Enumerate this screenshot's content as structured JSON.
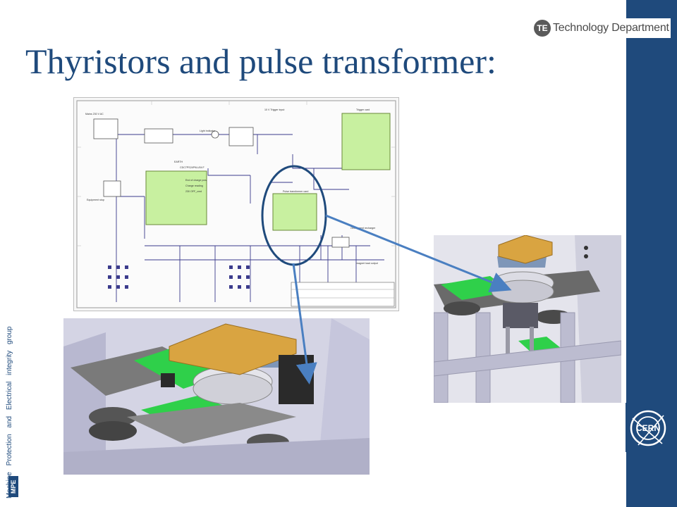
{
  "header": {
    "logo_badge": "TE",
    "logo_text": "Technology Department",
    "title": "Thyristors and pulse transformer:"
  },
  "sidebar": {
    "group_caption": "Machine Protection and Electrical integrity group",
    "group_badge": "MPE"
  },
  "cern_logo": {
    "text": "CERN"
  },
  "schematic": {
    "labels": {
      "trigger_input": "10 V Trigger input",
      "trigger_card": "Trigger card",
      "pulse_transformer_card": "Pulse transformer card",
      "capacitor_charger": "CDC7PS24P9LU04 F",
      "earth": "EARTH",
      "light_indicator": "Light indicator",
      "main_supply": "Mains 230 V AC",
      "equipment_stop": "Equipment stop",
      "magnet_load": "magnet load output",
      "overcurrent": "Overcurrent recharger",
      "end_of_charge": "End of charge pow",
      "charge_reading": "Charge reading",
      "charge_cmd": "230 OFF_cmd"
    }
  },
  "colors": {
    "brand_blue": "#1f4a7c",
    "pcb_green": "#2ecc40",
    "callout_blue": "#4a7fc1",
    "copper": "#d9a441"
  }
}
